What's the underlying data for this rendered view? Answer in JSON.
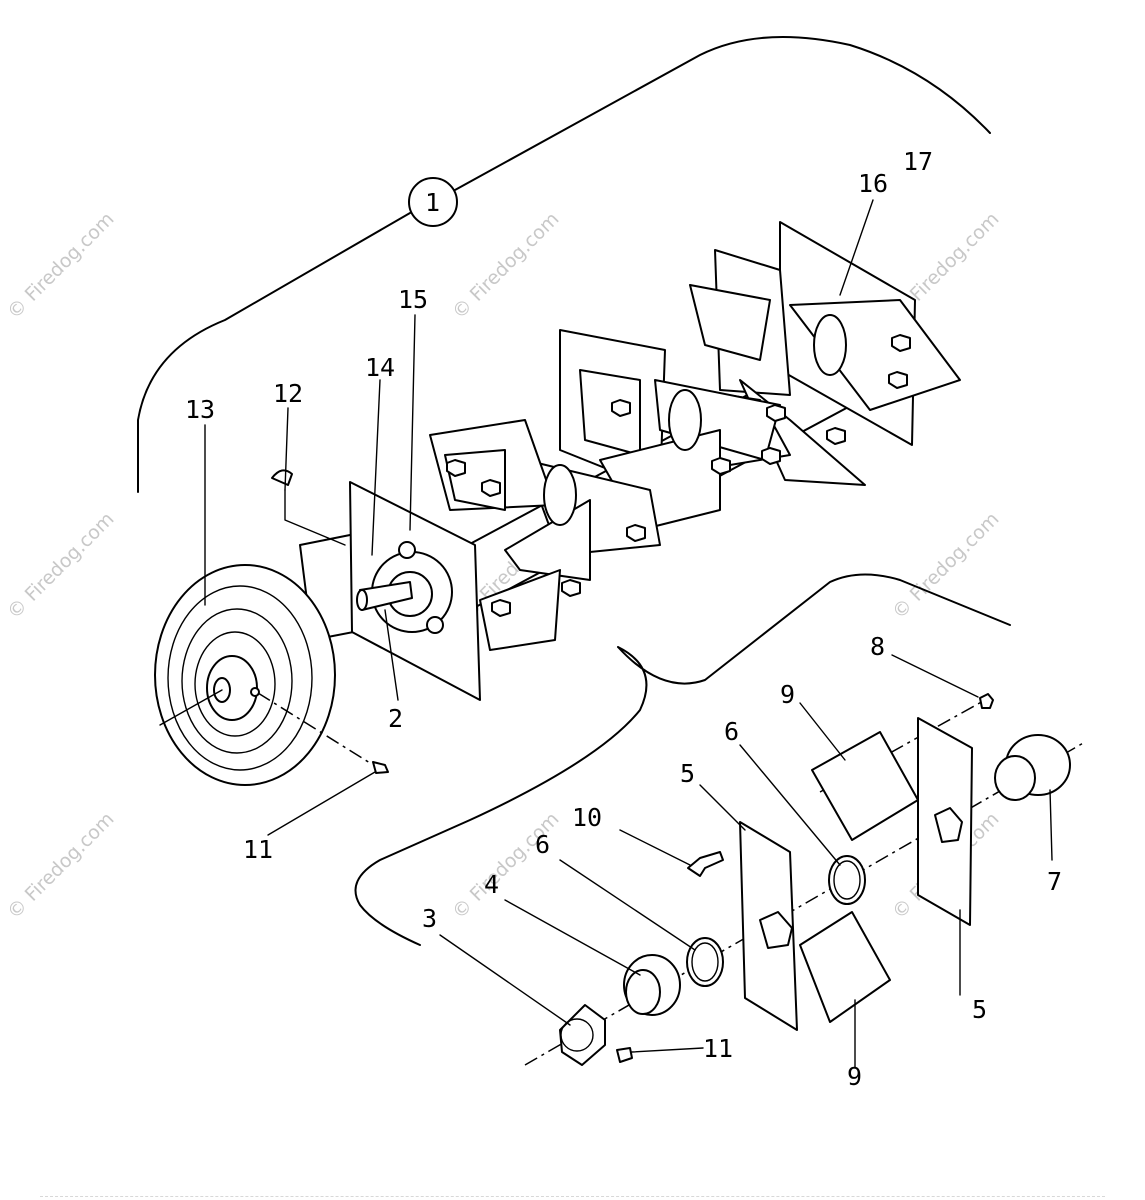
{
  "callouts": {
    "c1": "1",
    "c2": "2",
    "c3": "3",
    "c4": "4",
    "c5a": "5",
    "c5b": "5",
    "c6a": "6",
    "c6b": "6",
    "c7": "7",
    "c8": "8",
    "c9a": "9",
    "c9b": "9",
    "c10": "10",
    "c11a": "11",
    "c11b": "11",
    "c12": "12",
    "c13": "13",
    "c14": "14",
    "c15": "15",
    "c16": "16",
    "c17": "17"
  },
  "watermark": "© Firedog.com",
  "colors": {
    "line": "#000000",
    "watermark": "#c8c8c8",
    "background": "#ffffff"
  }
}
